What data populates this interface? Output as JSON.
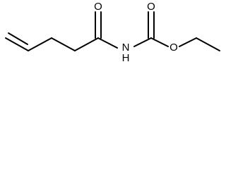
{
  "molecule": {
    "atom_labels": {
      "carbonyl_oxygen_1": "O",
      "amide_nitrogen": "N",
      "amide_hydrogen": "H",
      "carbonyl_oxygen_2": "O",
      "ester_oxygen": "O"
    }
  }
}
